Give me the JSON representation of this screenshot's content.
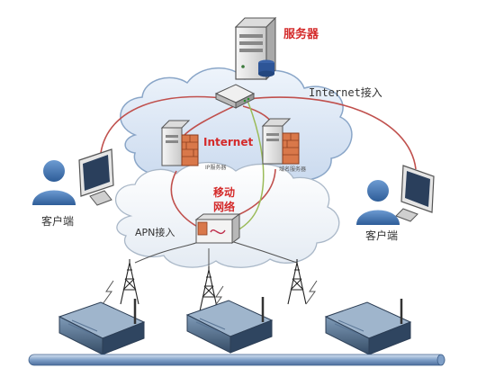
{
  "labels": {
    "server": "服务器",
    "internet_access": "Internet接入",
    "internet": "Internet",
    "ip_server": "IP服务器",
    "domain_server": "域名服务器",
    "mobile_network_line1": "移动",
    "mobile_network_line2": "网络",
    "apn_access": "APN接入",
    "client_left": "客户端",
    "client_right": "客户端"
  },
  "colors": {
    "red_line": "#c0504d",
    "green_line": "#9bbb59",
    "cloud_fill": "#dbe7f5",
    "cloud_stroke": "#8aa6c8",
    "server_body": "#e9e9e9",
    "person": "#3a6fb0",
    "bus": "#6a8fc0"
  },
  "icons": [
    "server-icon",
    "router-icon",
    "firewall-server-icon",
    "desktop-icon",
    "person-icon",
    "tower-icon",
    "modem-icon",
    "lightning-icon"
  ]
}
